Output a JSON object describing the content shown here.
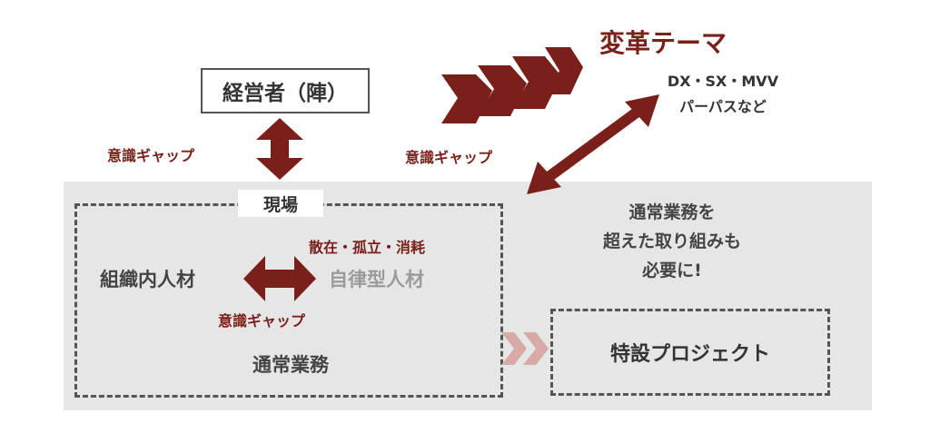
{
  "theme": {
    "title": "変革テーマ",
    "line1": "DX・SX・MVV",
    "line2": "パーパスなど"
  },
  "executive": {
    "label": "経営者（陣）"
  },
  "gap_labels": {
    "left": "意識ギャップ",
    "middle": "意識ギャップ",
    "inner": "意識ギャップ"
  },
  "workplace": {
    "label": "現場",
    "attrition": "散在・孤立・消耗",
    "internal_talent": "組織内人材",
    "autonomous_talent": "自律型人材",
    "routine_work": "通常業務"
  },
  "beyond": {
    "lines": [
      "通常業務を",
      "超えた取り組みも",
      "必要に!"
    ]
  },
  "project": {
    "label": "特設プロジェクト"
  },
  "colors": {
    "accent": "#7a1f1a",
    "panel": "#e6e6e6",
    "dashed_border": "#555555",
    "muted_text": "#9a9a9a",
    "faded_chevron": "#d9a9a5"
  }
}
